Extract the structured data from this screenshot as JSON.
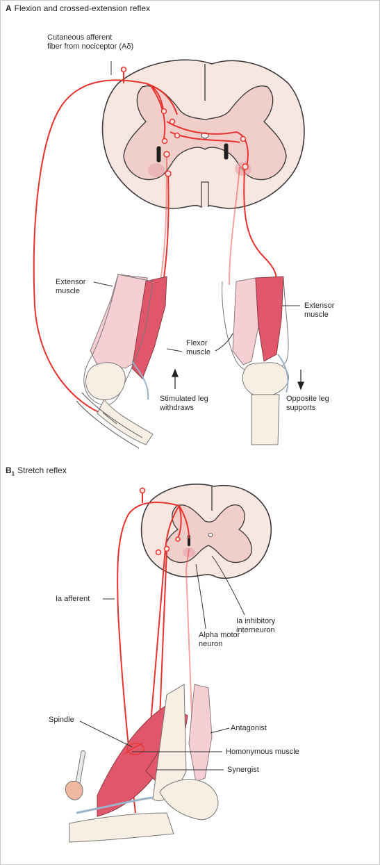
{
  "panel_a": {
    "letter": "A",
    "title": "Flexion and crossed-extension reflex",
    "labels": {
      "afferent": "Cutaneous afferent\nfiber from nociceptor (Aδ)",
      "extensor_left": "Extensor\nmuscle",
      "flexor": "Flexor\nmuscle",
      "extensor_right": "Extensor\nmuscle",
      "stimulated": "Stimulated leg\nwithdraws",
      "opposite": "Opposite leg\nsupports"
    }
  },
  "panel_b": {
    "letter": "B",
    "subscript": "1",
    "title": "Stretch reflex",
    "labels": {
      "ia_afferent": "Ia afferent",
      "ia_inhibitory": "Ia inhibitory\ninterneuron",
      "alpha_motor": "Alpha motor\nneuron",
      "spindle": "Spindle",
      "antagonist": "Antagonist",
      "homonymous": "Homonymous muscle",
      "synergist": "Synergist"
    }
  },
  "colors": {
    "nerve": "#e8322d",
    "muscle_dark": "#e0566a",
    "muscle_light": "#f5cfd3",
    "cord_gray_matter": "#f0cfcb",
    "cord_white_matter": "#f8e6e1",
    "bone": "#f7efe3",
    "cartilage": "#d6e4ee"
  }
}
